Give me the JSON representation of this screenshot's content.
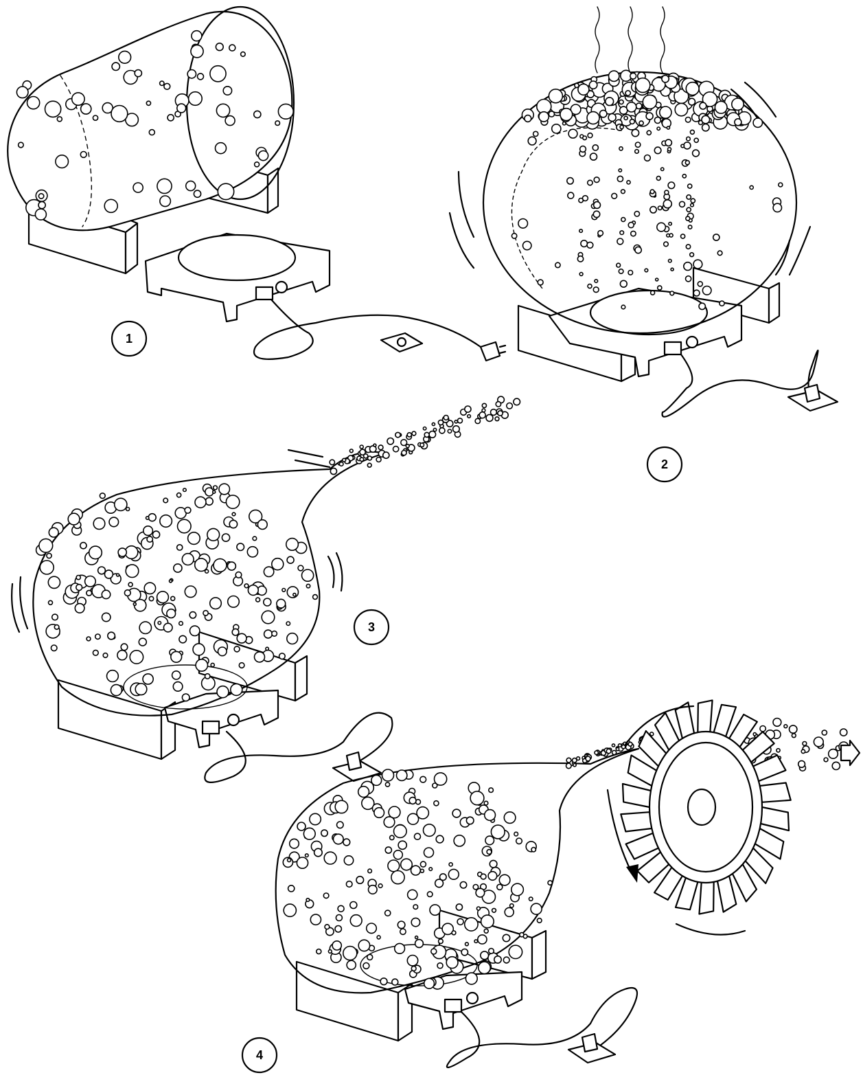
{
  "panels": [
    {
      "number": "1"
    },
    {
      "number": "2"
    },
    {
      "number": "3"
    },
    {
      "number": "4"
    }
  ],
  "colors": {
    "ink": "#000000",
    "paper": "#ffffff"
  }
}
